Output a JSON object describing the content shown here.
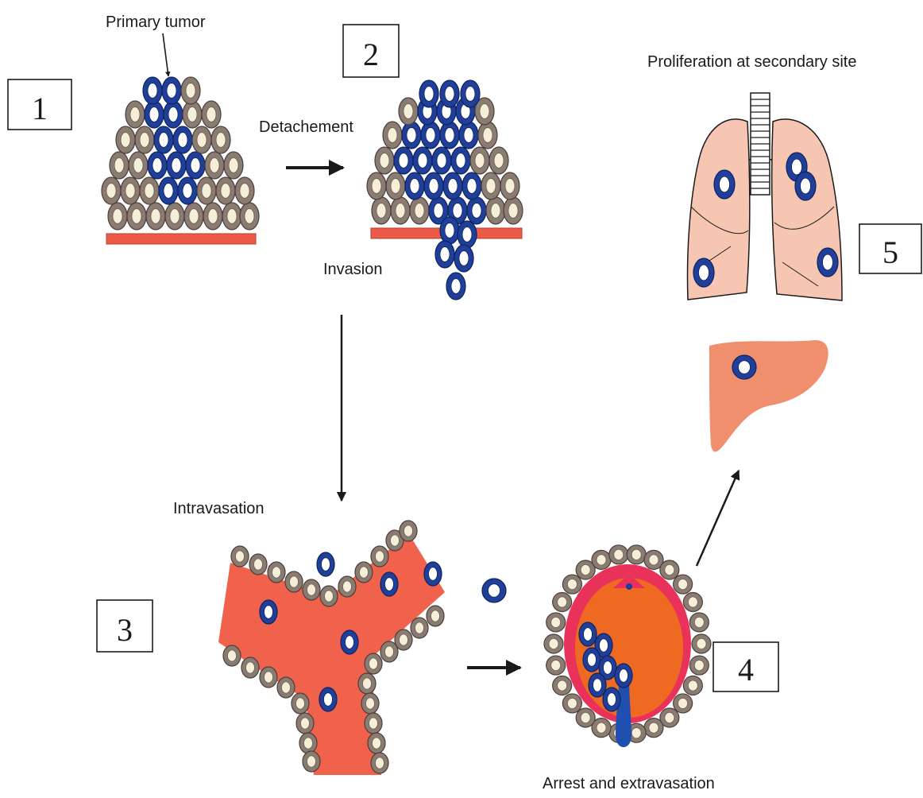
{
  "labels": {
    "primary_tumor": "Primary tumor",
    "detachement": "Detachement",
    "invasion": "Invasion",
    "intravasation": "Intravasation",
    "arrest_extravasation": "Arrest and extravasation",
    "proliferation": "Proliferation at secondary site"
  },
  "steps": {
    "s1": "1",
    "s2": "2",
    "s3": "3",
    "s4": "4",
    "s5": "5"
  },
  "colors": {
    "tumor_cell_ring": "#1f3f9a",
    "normal_cell_ring": "#8a7c72",
    "basement_membrane": "#ee5a48",
    "vessel": "#f0624c",
    "vessel_lumen": "#ee6a22",
    "organ_tissue": "#ef8f6e",
    "lung_tissue": "#f5b49a"
  }
}
